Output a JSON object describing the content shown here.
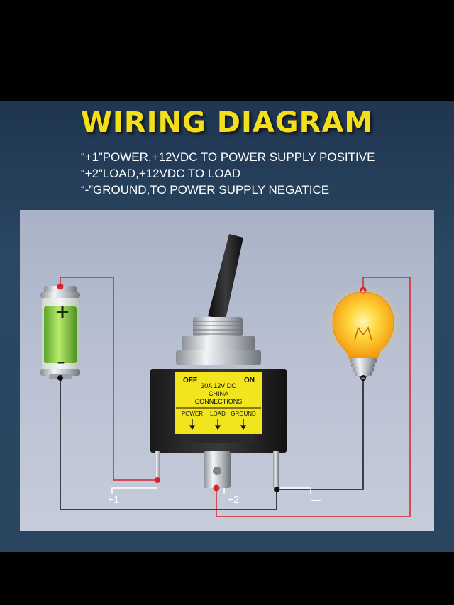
{
  "title": "WIRING DIAGRAM",
  "lines": [
    "“+1”POWER,+12VDC TO POWER SUPPLY POSITIVE",
    "“+2”LOAD,+12VDC TO LOAD",
    "“-”GROUND,TO POWER SUPPLY NEGATICE"
  ],
  "switch_label": {
    "off": "OFF",
    "on": "ON",
    "rating": "30A  12V DC",
    "origin": "CHINA",
    "connections": "CONNECTIONS",
    "power": "POWER",
    "load": "LOAD",
    "ground": "GROUND"
  },
  "terminals": {
    "plus1": "+1",
    "plus2": "+2",
    "minus": "—"
  },
  "battery": {
    "plus": "+",
    "minus": "−"
  },
  "bulb": {
    "plus": "+",
    "minus": "−"
  },
  "colors": {
    "title": "#f3e01a",
    "positive_wire": "#d8232a",
    "negative_wire": "#111111",
    "switch_label_bg": "#f2e51e"
  }
}
